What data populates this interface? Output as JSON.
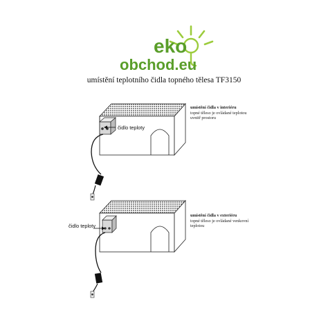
{
  "brand": {
    "line1": "eko",
    "line2": "obchod.eu",
    "color_dark": "#5a9e2a",
    "color_light": "#9ccc3c"
  },
  "title": "umístění teplotního čidla topného tělesa TF3150",
  "top_panel": {
    "heading": "umístění čidla v interiéru",
    "lines": [
      "topné těleso je ovládané teplotou",
      "uvnitř prostoru"
    ],
    "sensor_label": "čidlo teploty"
  },
  "bottom_panel": {
    "heading": "umístění čidla v exteriéru",
    "lines": [
      "topné těleso je ovládané venkovní",
      "teplotou"
    ],
    "sensor_label": "čidlo teploty"
  }
}
